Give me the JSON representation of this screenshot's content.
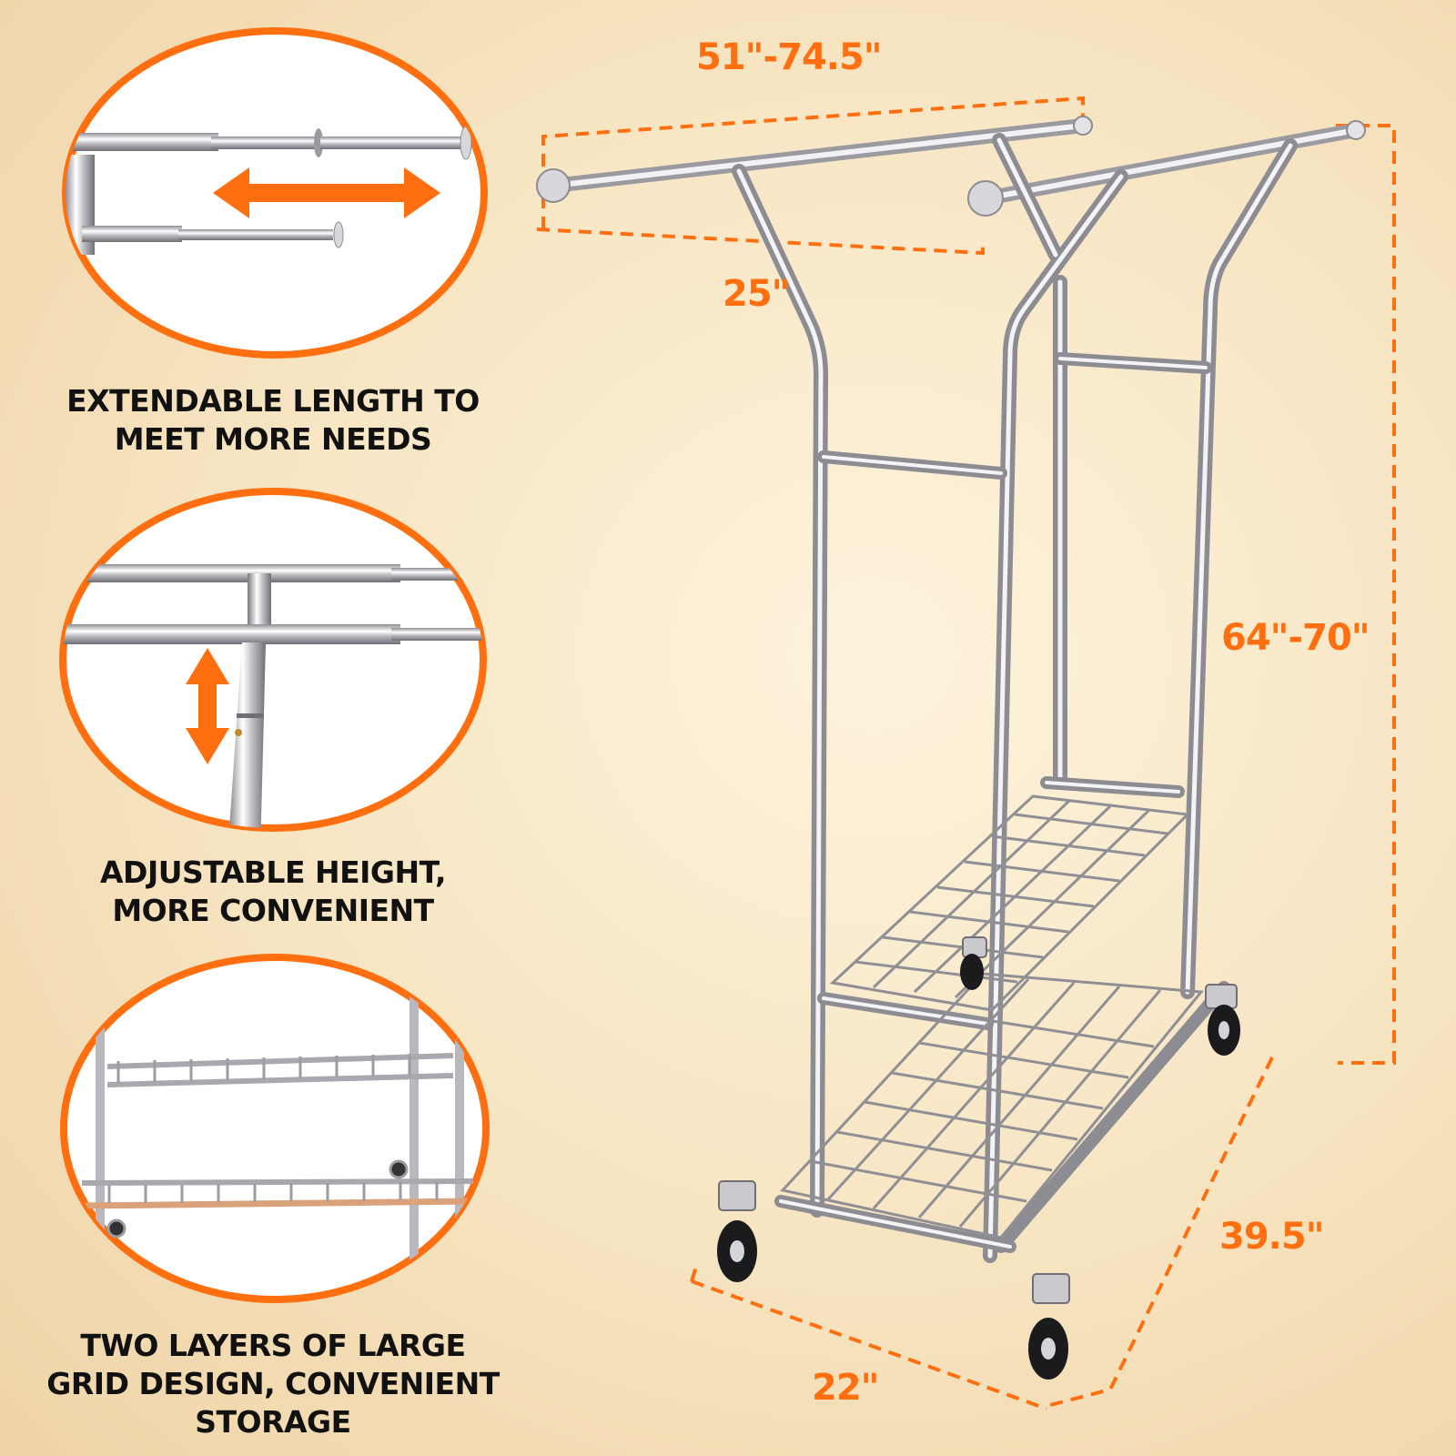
{
  "callouts": [
    {
      "caption": "EXTENDABLE LENGTH TO\nMEET MORE NEEDS",
      "icon": "horizontal-double-arrow"
    },
    {
      "caption": "ADJUSTABLE HEIGHT,\nMORE CONVENIENT",
      "icon": "vertical-double-arrow"
    },
    {
      "caption": "TWO LAYERS OF LARGE\nGRID DESIGN, CONVENIENT\nSTORAGE",
      "icon": "grid-shelves"
    }
  ],
  "dimensions": {
    "width": "51\"-74.5\"",
    "depth_top": "25\"",
    "height": "64\"-70\"",
    "length": "39.5\"",
    "depth_bottom": "22\""
  },
  "colors": {
    "accent": "#ff6f0f",
    "text": "#111111",
    "chrome": "#c8c8cc",
    "background": "#f8e7c6"
  }
}
